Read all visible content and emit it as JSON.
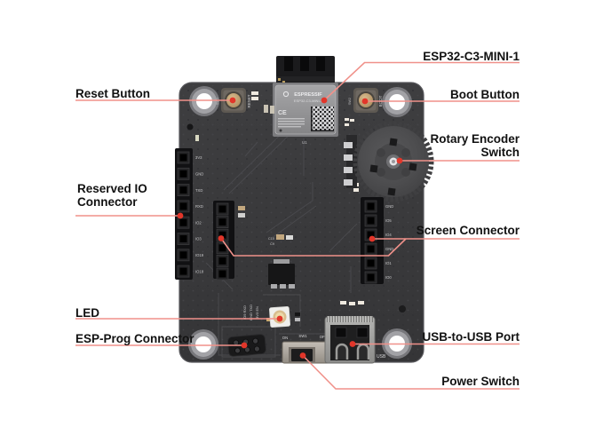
{
  "figure_type": "labeled hardware diagram of an ESP32-C3 development board",
  "annotations": {
    "reset": {
      "label": "Reset Button"
    },
    "esp32_module": {
      "label": "ESP32-C3-MINI-1"
    },
    "boot": {
      "label": "Boot Button"
    },
    "rotary": {
      "label": "Rotary Encoder Switch"
    },
    "reserved_io": {
      "label": "Reserved IO Connector"
    },
    "screen": {
      "label": "Screen Connector"
    },
    "led": {
      "label": "LED"
    },
    "esp_prog": {
      "label": "ESP-Prog Connector"
    },
    "usb": {
      "label": "USB-to-USB Port"
    },
    "power": {
      "label": "Power Switch"
    }
  },
  "board": {
    "module": {
      "brand": "ESPRESSIF",
      "model": "ESP32-C3-MINI-1",
      "ce_mark": "CE"
    },
    "silkscreen": {
      "reset": "RESET",
      "sw3": "SW3",
      "boot": "BOOT",
      "sw2": "SW2",
      "u1": "U1",
      "c10": "C10",
      "c9": "C9",
      "on": "ON",
      "sw1": "SW1",
      "off": "OFF",
      "usb": "USB"
    },
    "reserved_io_pins": [
      "3V3",
      "GND",
      "TXD",
      "RXD",
      "IO2",
      "IO3",
      "IO19",
      "IO18"
    ],
    "screen_pins": [
      "GND",
      "IO5",
      "IO4",
      "GND",
      "IO1",
      "IO0"
    ],
    "prog_labels": [
      "IO9 RXD",
      "GND TXD",
      "3V3 EN"
    ]
  },
  "colors": {
    "background": "#ffffff",
    "pcb": "#3a3a3c",
    "leader_line": "#f0918a",
    "leader_dot": "#e2362a",
    "label_text": "#111111"
  }
}
